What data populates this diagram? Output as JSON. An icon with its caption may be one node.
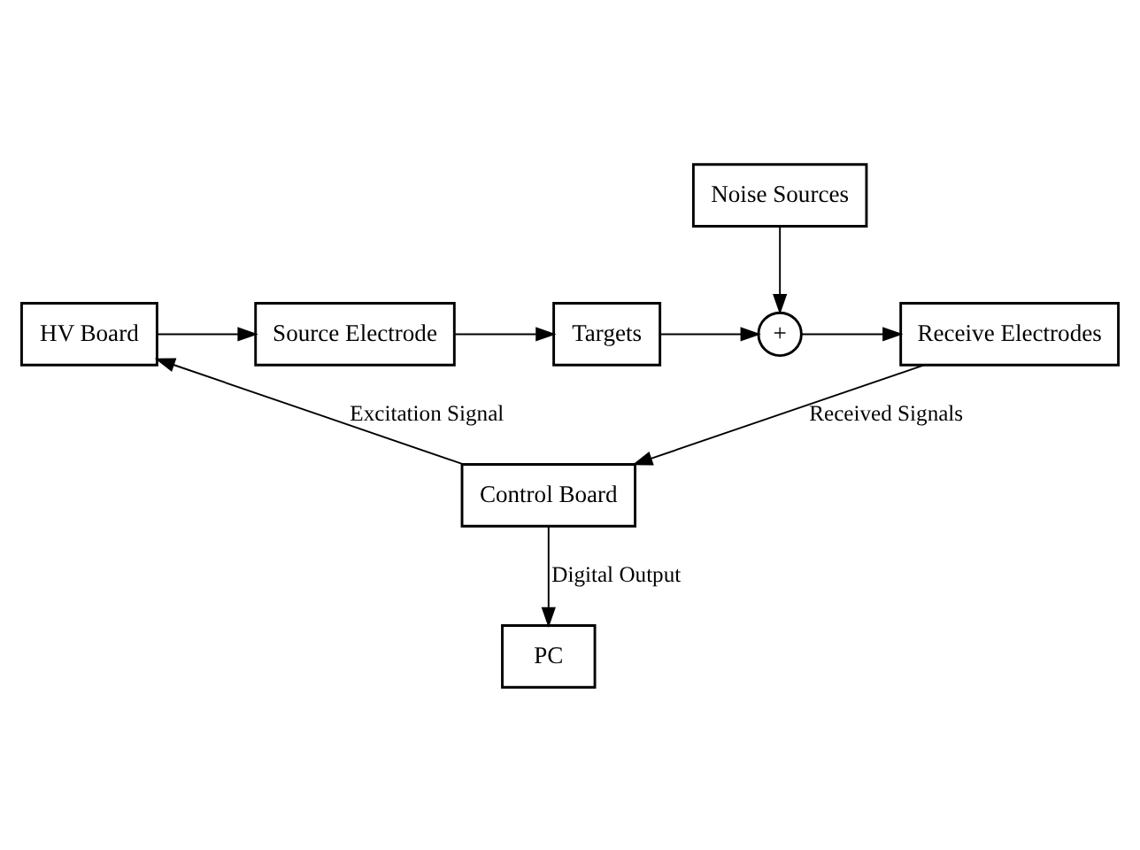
{
  "diagram": {
    "nodes": [
      {
        "text": [
          "Noise Sources"
        ]
      },
      {
        "text": [
          "HV Board"
        ]
      },
      {
        "text": [
          "Source Electrode"
        ]
      },
      {
        "text": [
          "Targets"
        ]
      },
      {
        "text": [
          "+"
        ]
      },
      {
        "text": [
          "Receive Electrodes"
        ]
      },
      {
        "text": [
          "Control Board"
        ]
      },
      {
        "text": [
          "PC"
        ]
      }
    ],
    "edges": [
      {
        "from": 1,
        "to": 2,
        "arrow": "to"
      },
      {
        "from": 2,
        "to": 3,
        "arrow": "to"
      },
      {
        "from": 3,
        "to": 4,
        "arrow": "to"
      },
      {
        "from": 0,
        "to": 4,
        "arrow": "to"
      },
      {
        "from": 4,
        "to": 5,
        "arrow": "to"
      },
      {
        "from": 5,
        "to": 6,
        "arrow": "to",
        "label": "Received Signals"
      },
      {
        "from": 6,
        "to": 1,
        "arrow": "to",
        "label": "Excitation Signal"
      },
      {
        "from": 6,
        "to": 7,
        "arrow": "to",
        "label": "Digital Output"
      }
    ]
  }
}
